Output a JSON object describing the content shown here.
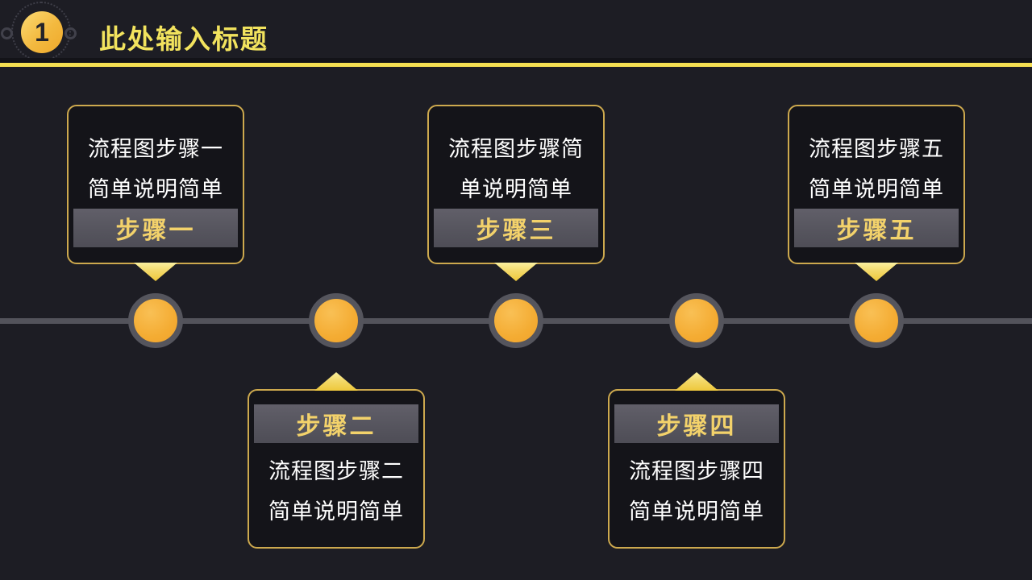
{
  "header": {
    "number": "1",
    "title": "此处输入标题"
  },
  "steps": [
    {
      "line1": "流程图步骤一",
      "line2": "简单说明简单",
      "badge": "步骤一",
      "position": "above-line"
    },
    {
      "line1": "流程图步骤二",
      "line2": "简单说明简单",
      "badge": "步骤二",
      "position": "below-line"
    },
    {
      "line1": "流程图步骤简",
      "line2": "单说明简单",
      "badge": "步骤三",
      "position": "above-line"
    },
    {
      "line1": "流程图步骤四",
      "line2": "简单说明简单",
      "badge": "步骤四",
      "position": "below-line"
    },
    {
      "line1": "流程图步骤五",
      "line2": "简单说明简单",
      "badge": "步骤五",
      "position": "above-line"
    }
  ],
  "colors": {
    "background": "#1D1D24",
    "accent_yellow": "#F5DF52",
    "title_text": "#F2E35E",
    "card_border": "#CDA94E",
    "card_background": "#141419",
    "banner_background": "#56555E",
    "banner_text": "#F3D26B",
    "body_text": "#FFFFFF",
    "node_fill": "#F4AC33",
    "node_ring": "#55555D",
    "timeline_line": "#53535B"
  }
}
